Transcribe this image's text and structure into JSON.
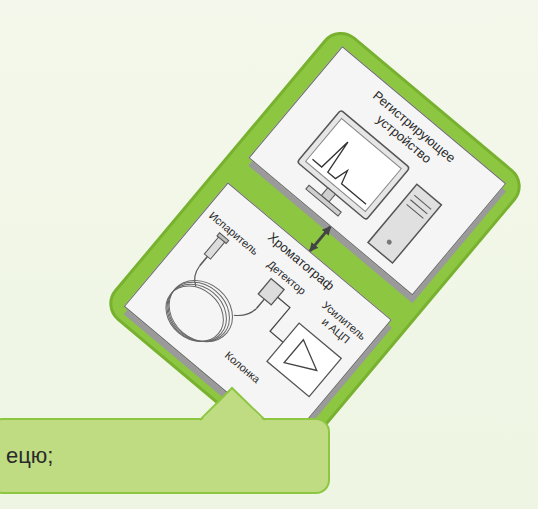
{
  "diagram": {
    "nodes": [
      {
        "text": [
          "Хроматограф"
        ]
      },
      {
        "text": [
          "Регистрирующее устройство"
        ]
      },
      {
        "text": [
          "ецю;"
        ]
      }
    ],
    "edges": [
      {
        "from": 0,
        "to": 1,
        "arrow": "both"
      }
    ],
    "labels": [
      "Испаритель",
      "Колонка",
      "Детектор",
      "Усилитель и АЦП"
    ]
  }
}
